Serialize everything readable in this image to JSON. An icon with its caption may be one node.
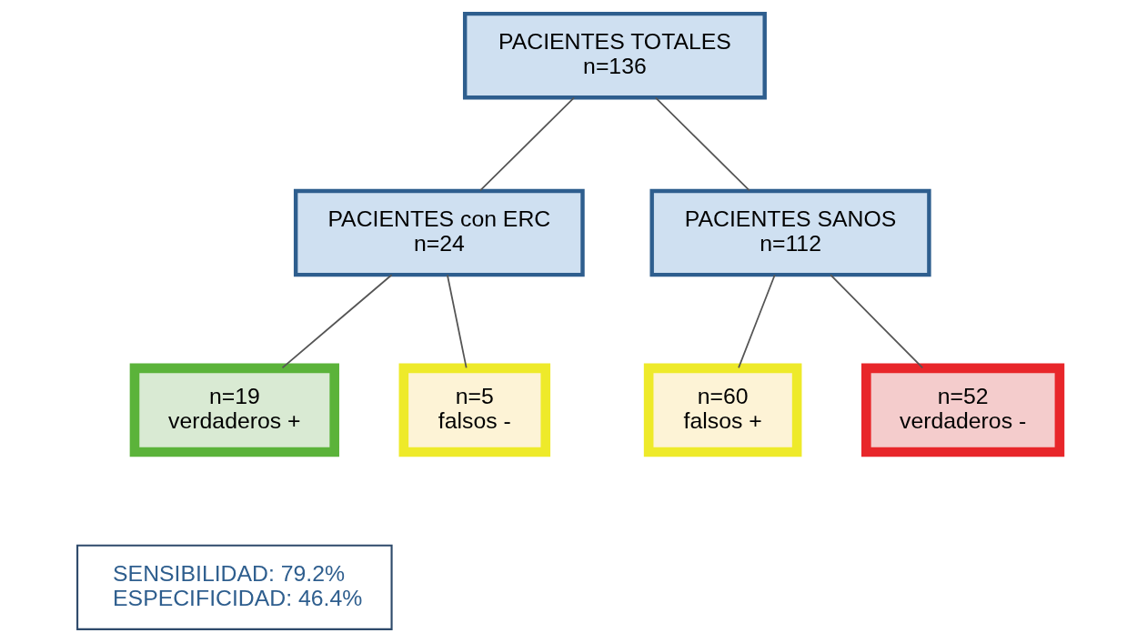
{
  "diagram": {
    "nodes": [
      {
        "text": [
          "PACIENTES TOTALES",
          "n=136"
        ]
      },
      {
        "text": [
          "PACIENTES con ERC",
          "n=24"
        ]
      },
      {
        "text": [
          "PACIENTES SANOS",
          "n=112"
        ]
      },
      {
        "text": [
          "n=19",
          "verdaderos +"
        ]
      },
      {
        "text": [
          "n=5",
          "falsos -"
        ]
      },
      {
        "text": [
          "n=60",
          "falsos +"
        ]
      },
      {
        "text": [
          "n=52",
          "verdaderos -"
        ]
      },
      {
        "text": [
          "SENSIBILIDAD: 79.2%",
          "ESPECIFICIDAD: 46.4%"
        ]
      }
    ],
    "edges": [
      {
        "from": 0,
        "to": 1,
        "arrow": "none"
      },
      {
        "from": 0,
        "to": 2,
        "arrow": "none"
      },
      {
        "from": 1,
        "to": 3,
        "arrow": "none"
      },
      {
        "from": 1,
        "to": 4,
        "arrow": "none"
      },
      {
        "from": 2,
        "to": 5,
        "arrow": "none"
      },
      {
        "from": 2,
        "to": 6,
        "arrow": "none"
      }
    ]
  }
}
